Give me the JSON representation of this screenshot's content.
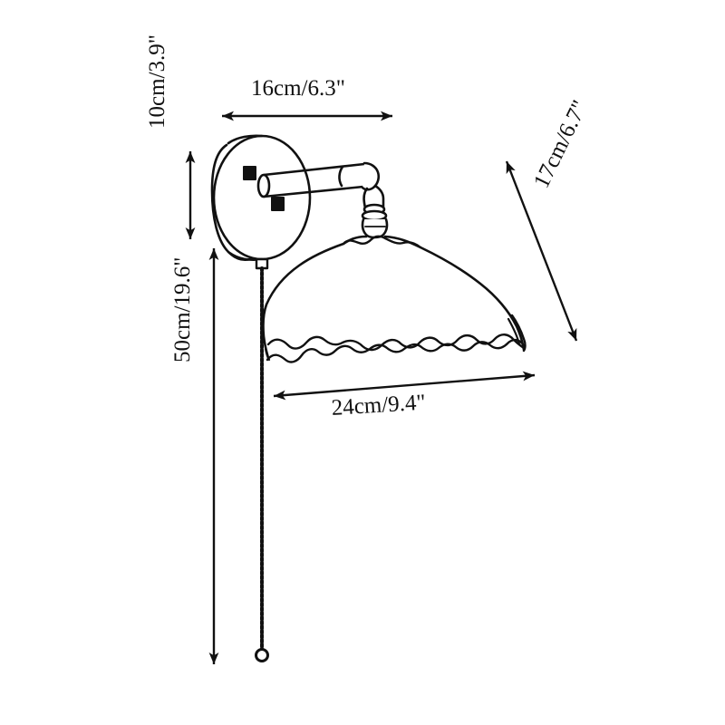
{
  "drawing": {
    "title": "Wall lamp technical dimension drawing",
    "subject": "wall-sconce-lamp",
    "background_color": "#ffffff",
    "line_color": "#111111",
    "units": "cm / inches"
  },
  "dimensions": {
    "width": {
      "label": "16cm/6.3\"",
      "cm": 16,
      "inches": 6.3,
      "describes": "wall-plate to arm projection width",
      "orientation": "horizontal"
    },
    "plate_height": {
      "label": "10cm/3.9\"",
      "cm": 10,
      "inches": 3.9,
      "describes": "wall mounting plate diameter",
      "orientation": "vertical"
    },
    "total_height": {
      "label": "50cm/19.6\"",
      "cm": 50,
      "inches": 19.6,
      "describes": "total height including pull chain",
      "orientation": "vertical"
    },
    "shade_slant": {
      "label": "17cm/6.7\"",
      "cm": 17,
      "inches": 6.7,
      "describes": "lamp shade slant height",
      "orientation": "diagonal"
    },
    "shade_diameter": {
      "label": "24cm/9.4\"",
      "cm": 24,
      "inches": 9.4,
      "describes": "lamp shade bottom diameter",
      "orientation": "horizontal"
    }
  },
  "parts": {
    "wall_plate": "wall-mount-plate",
    "screw_holes": 2,
    "arm": "extension-arm",
    "joint": "swivel-joint",
    "socket": "lamp-socket",
    "shade": "scalloped-dome-shade",
    "pull_chain": "pull-chain-switch"
  }
}
